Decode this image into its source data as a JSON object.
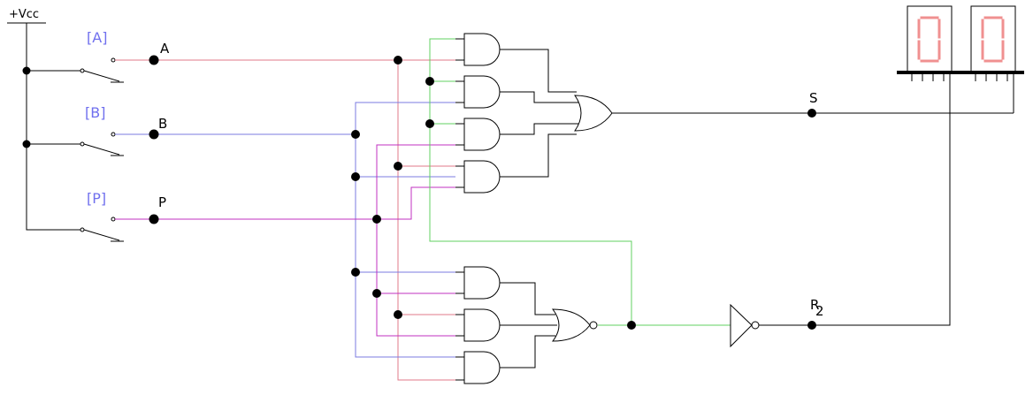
{
  "supply": {
    "label": "+Vcc"
  },
  "switches": [
    {
      "tag": "[A]",
      "net": "A"
    },
    {
      "tag": "[B]",
      "net": "B"
    },
    {
      "tag": "[P]",
      "net": "P"
    }
  ],
  "outputs": {
    "sum": "S",
    "carry": "R",
    "carry_sub": "2"
  },
  "display": {
    "digits": [
      "0",
      "0"
    ]
  },
  "colors": {
    "wire_a": "#e07a8a",
    "wire_b": "#7b7be0",
    "wire_p": "#c030c0",
    "wire_green": "#60d060",
    "switch_label": "#7070ee",
    "segment": "#f09090",
    "black": "#000000"
  }
}
